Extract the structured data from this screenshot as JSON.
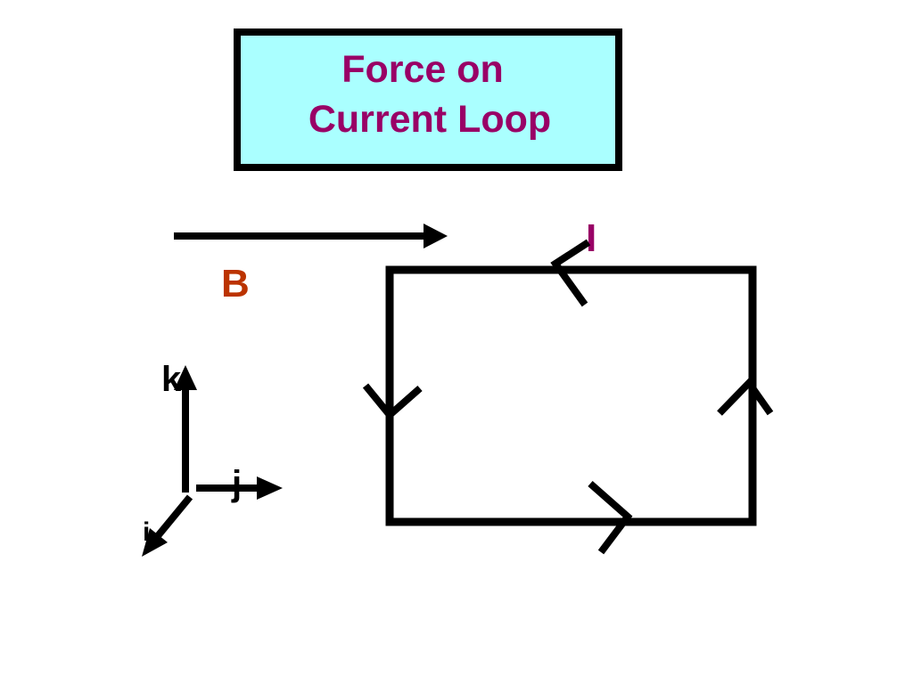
{
  "title": {
    "line1": "Force on",
    "line2": "Current Loop"
  },
  "field": {
    "label": "B"
  },
  "current": {
    "label": "I"
  },
  "axes": {
    "k_label": "k",
    "j_label": "j",
    "i_label": "i"
  },
  "colors": {
    "title_text": "#990066",
    "title_box_fill": "#aaffff",
    "field_label": "#bb3300",
    "current_label": "#990066",
    "lines": "#000000"
  }
}
